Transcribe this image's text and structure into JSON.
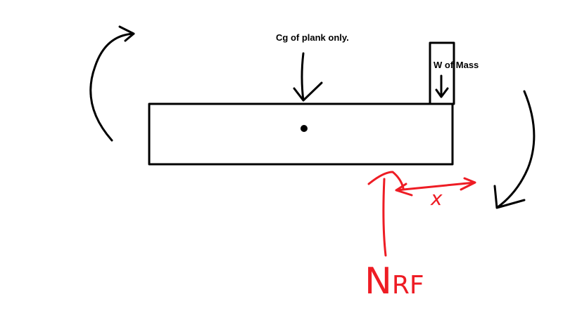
{
  "labels": {
    "cg": "Cg of plank only.",
    "weight": "W of Mass",
    "distance": "x",
    "normal_n": "N",
    "normal_sub": "RF"
  },
  "colors": {
    "ink": "#000000",
    "annotation": "#ee1c24"
  }
}
